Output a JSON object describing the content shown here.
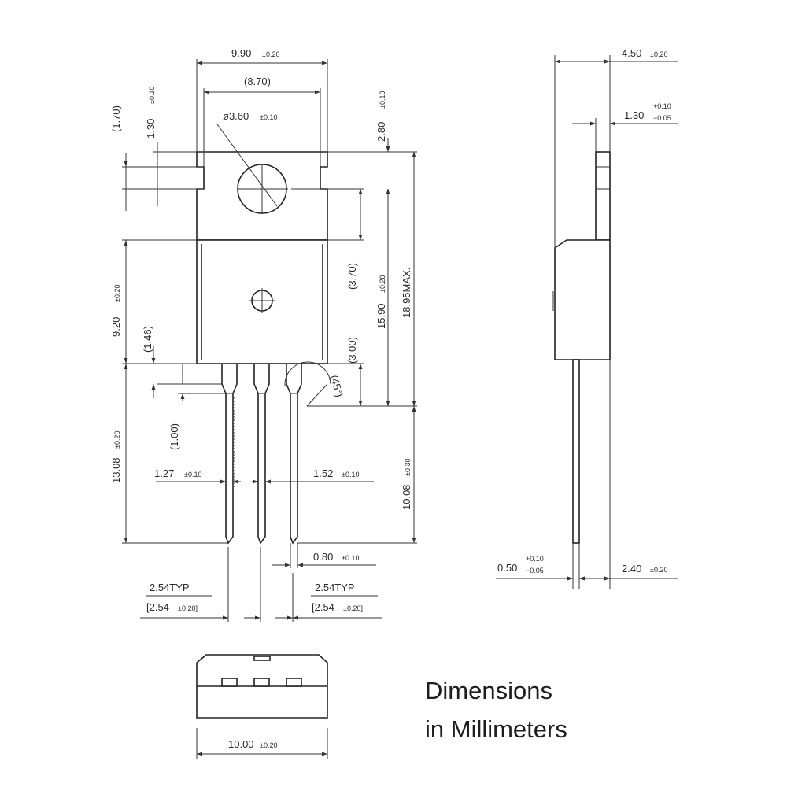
{
  "title": {
    "line1": "Dimensions",
    "line2": "in Millimeters"
  },
  "front_view": {
    "width": {
      "value": "9.90",
      "tol": "±0.20"
    },
    "inner_width": "(8.70)",
    "hole_dia": {
      "value": "ø3.60",
      "tol": "±0.10"
    },
    "left_notch_height": "(1.70)",
    "left_notch_depth": {
      "value": "1.30",
      "tol": "±0.10"
    },
    "hole_offset": {
      "value": "2.80",
      "tol": "±0.10"
    },
    "hole_to_body": "(3.70)",
    "body_height": {
      "value": "15.90",
      "tol": "±0.20"
    },
    "overall_height": "18.95MAX.",
    "body_lower": {
      "value": "9.20",
      "tol": "±0.20"
    },
    "lead_shoulder": "(1.46)",
    "lead_bend": "(3.00)",
    "chamfer_angle": "(45°)",
    "lead_step": "(1.00)",
    "lead_length": {
      "value": "13.08",
      "tol": "±0.20"
    },
    "lead_width_upper": {
      "value": "1.27",
      "tol": "±0.10"
    },
    "lead_width_lower": {
      "value": "1.52",
      "tol": "±0.10"
    },
    "lead_below_body": {
      "value": "10.08",
      "tol": "±0.30"
    },
    "lead_thickness": {
      "value": "0.80",
      "tol": "±0.10"
    },
    "pitch_left": {
      "typ": "2.54TYP",
      "value": "[2.54",
      "tol": "±0.20]"
    },
    "pitch_right": {
      "typ": "2.54TYP",
      "value": "[2.54",
      "tol": "±0.20]"
    }
  },
  "side_view": {
    "thickness": {
      "value": "4.50",
      "tol": "±0.20"
    },
    "tab_thickness": {
      "value": "1.30",
      "tol_plus": "+0.10",
      "tol_minus": "−0.05"
    },
    "lead_thickness": {
      "value": "0.50",
      "tol_plus": "+0.10",
      "tol_minus": "−0.05"
    },
    "lead_offset": {
      "value": "2.40",
      "tol": "±0.20"
    }
  },
  "bottom_view": {
    "width": {
      "value": "10.00",
      "tol": "±0.20"
    }
  }
}
